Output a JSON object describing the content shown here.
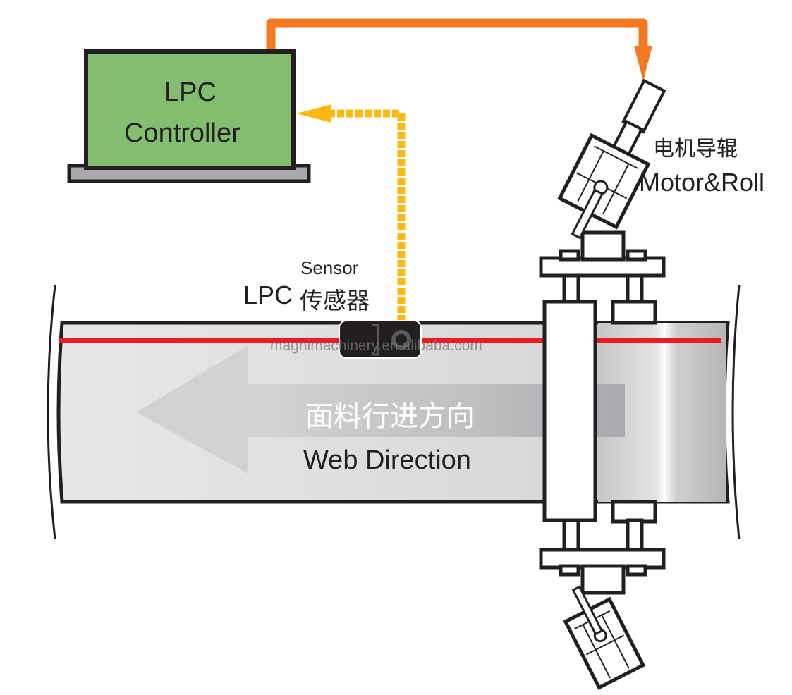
{
  "controller": {
    "line1": "LPC",
    "line2": "Controller",
    "fill_color": "#83bd6f",
    "base_color": "#a7a9ac"
  },
  "sensor": {
    "label_en": "Sensor",
    "label_prefix": "LPC",
    "label_cn": "传感器"
  },
  "motor": {
    "label_cn": "电机导辊",
    "label_en": "Motor&Roll"
  },
  "web": {
    "direction_cn": "面料行进方向",
    "direction_en": "Web Direction",
    "edge_line_color": "#ed1c24"
  },
  "signals": {
    "control_line_color": "#f47920",
    "sensor_line_color": "#fdb913"
  },
  "watermark": "magnimachinery.en.alibaba.com"
}
